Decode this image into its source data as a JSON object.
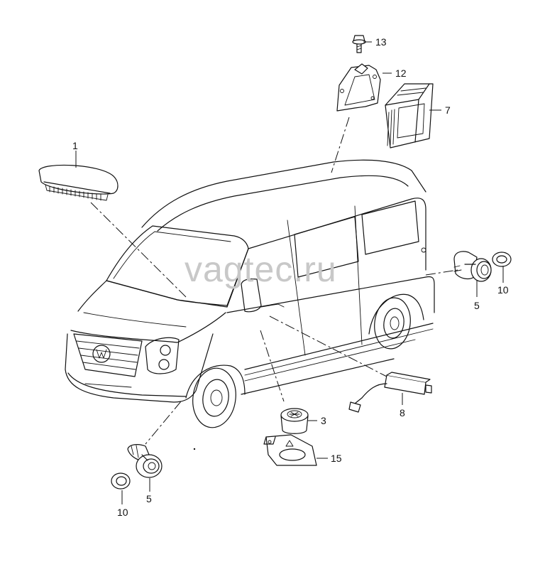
{
  "diagram": {
    "watermark": "vagtec.ru",
    "callouts": {
      "part_1": "1",
      "part_3": "3",
      "part_5_left": "5",
      "part_5_right": "5",
      "part_7": "7",
      "part_8": "8",
      "part_10_left": "10",
      "part_10_right": "10",
      "part_12": "12",
      "part_13": "13",
      "part_15": "15"
    },
    "parts": [
      {
        "id": "1",
        "icon": "display-unit-icon"
      },
      {
        "id": "3",
        "icon": "buzzer-icon"
      },
      {
        "id": "5",
        "icon": "parking-sensor-icon"
      },
      {
        "id": "7",
        "icon": "control-unit-icon"
      },
      {
        "id": "8",
        "icon": "wiring-module-icon"
      },
      {
        "id": "10",
        "icon": "sensor-ring-icon"
      },
      {
        "id": "12",
        "icon": "bracket-icon"
      },
      {
        "id": "13",
        "icon": "bolt-icon"
      },
      {
        "id": "15",
        "icon": "buzzer-bracket-icon"
      }
    ]
  }
}
